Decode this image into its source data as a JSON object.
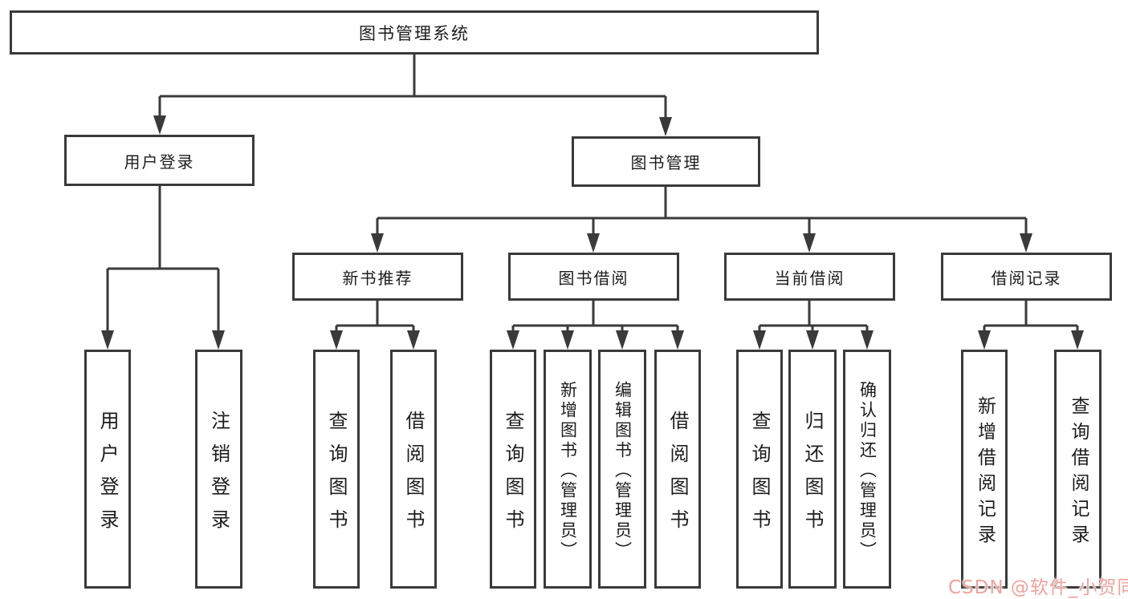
{
  "diagram_title": "图书管理系统",
  "colors": {
    "line": "#3a3a3a",
    "box_border": "#3a3a3a",
    "text": "#1c1c1c",
    "background": "#ffffff",
    "watermark": "#f0a29c"
  },
  "tree": {
    "label": "图书管理系统",
    "children": [
      {
        "label": "用户登录",
        "children": [
          {
            "label": "用户登录"
          },
          {
            "label": "注销登录"
          }
        ]
      },
      {
        "label": "图书管理",
        "children": [
          {
            "label": "新书推荐",
            "children": [
              {
                "label": "查询图书"
              },
              {
                "label": "借阅图书"
              }
            ]
          },
          {
            "label": "图书借阅",
            "children": [
              {
                "label": "查询图书"
              },
              {
                "label": "新增图书（管理员）"
              },
              {
                "label": "编辑图书（管理员）"
              },
              {
                "label": "借阅图书"
              }
            ]
          },
          {
            "label": "当前借阅",
            "children": [
              {
                "label": "查询图书"
              },
              {
                "label": "归还图书"
              },
              {
                "label": "确认归还（管理员）"
              }
            ]
          },
          {
            "label": "借阅记录",
            "children": [
              {
                "label": "新增借阅记录"
              },
              {
                "label": "查询借阅记录"
              }
            ]
          }
        ]
      }
    ]
  },
  "watermark": {
    "text": "CSDN @软件_小贺同学"
  }
}
